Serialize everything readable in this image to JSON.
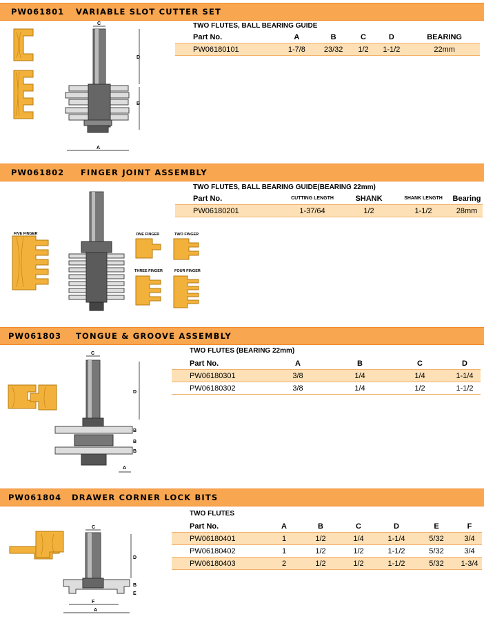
{
  "sections": [
    {
      "code": "PW061801",
      "name": "VARIABLE SLOT CUTTER SET",
      "subtitle": "TWO FLUTES, BALL BEARING GUIDE",
      "headers": [
        "Part No.",
        "A",
        "B",
        "C",
        "D",
        "BEARING"
      ],
      "rows": [
        [
          "PW06180101",
          "1-7/8",
          "23/32",
          "1/2",
          "1-1/2",
          "22mm"
        ]
      ],
      "dim_labels": {
        "a": "A",
        "b": "B",
        "c": "C",
        "d": "D"
      }
    },
    {
      "code": "PW061802",
      "name": "FINGER JOINT ASSEMBLY",
      "subtitle": "TWO  FLUTES, BALL BEARING GUIDE(BEARING  22mm)",
      "headers": [
        "Part No.",
        "CUTTING LENGTH",
        "SHANK",
        "SHANK LENGTH",
        "Bearing"
      ],
      "rows": [
        [
          "PW06180201",
          "1-37/64",
          "1/2",
          "1-1/2",
          "28mm"
        ]
      ],
      "finger_labels": {
        "five": "FIVE FINGER",
        "one": "ONE FINGER",
        "two": "TWO FINGER",
        "three": "THREE FINGER",
        "four": "FOUR FINGER"
      }
    },
    {
      "code": "PW061803",
      "name": "TONGUE & GROOVE ASSEMBLY",
      "subtitle": "TWO FLUTES (BEARING  22mm)",
      "headers": [
        "Part No.",
        "A",
        "B",
        "C",
        "D"
      ],
      "rows": [
        [
          "PW06180301",
          "3/8",
          "1/4",
          "1/4",
          "1-1/4"
        ],
        [
          "PW06180302",
          "3/8",
          "1/4",
          "1/2",
          "1-1/2"
        ]
      ],
      "dim_labels": {
        "a": "A",
        "b": "B",
        "c": "C",
        "d": "D"
      }
    },
    {
      "code": "PW061804",
      "name": "DRAWER CORNER LOCK BITS",
      "subtitle": "TWO FLUTES",
      "headers": [
        "Part No.",
        "A",
        "B",
        "C",
        "D",
        "E",
        "F"
      ],
      "rows": [
        [
          "PW06180401",
          "1",
          "1/2",
          "1/4",
          "1-1/4",
          "5/32",
          "3/4"
        ],
        [
          "PW06180402",
          "1",
          "1/2",
          "1/2",
          "1-1/2",
          "5/32",
          "3/4"
        ],
        [
          "PW06180403",
          "2",
          "1/2",
          "1/2",
          "1-1/2",
          "5/32",
          "1-3/4"
        ]
      ],
      "dim_labels": {
        "a": "A",
        "b": "B",
        "c": "C",
        "d": "D",
        "e": "E",
        "f": "F"
      }
    }
  ],
  "colors": {
    "band": "#f8a650",
    "row_highlight": "#fde0b5",
    "wood": "#f2b13a",
    "steel": "#6e6e6e"
  }
}
